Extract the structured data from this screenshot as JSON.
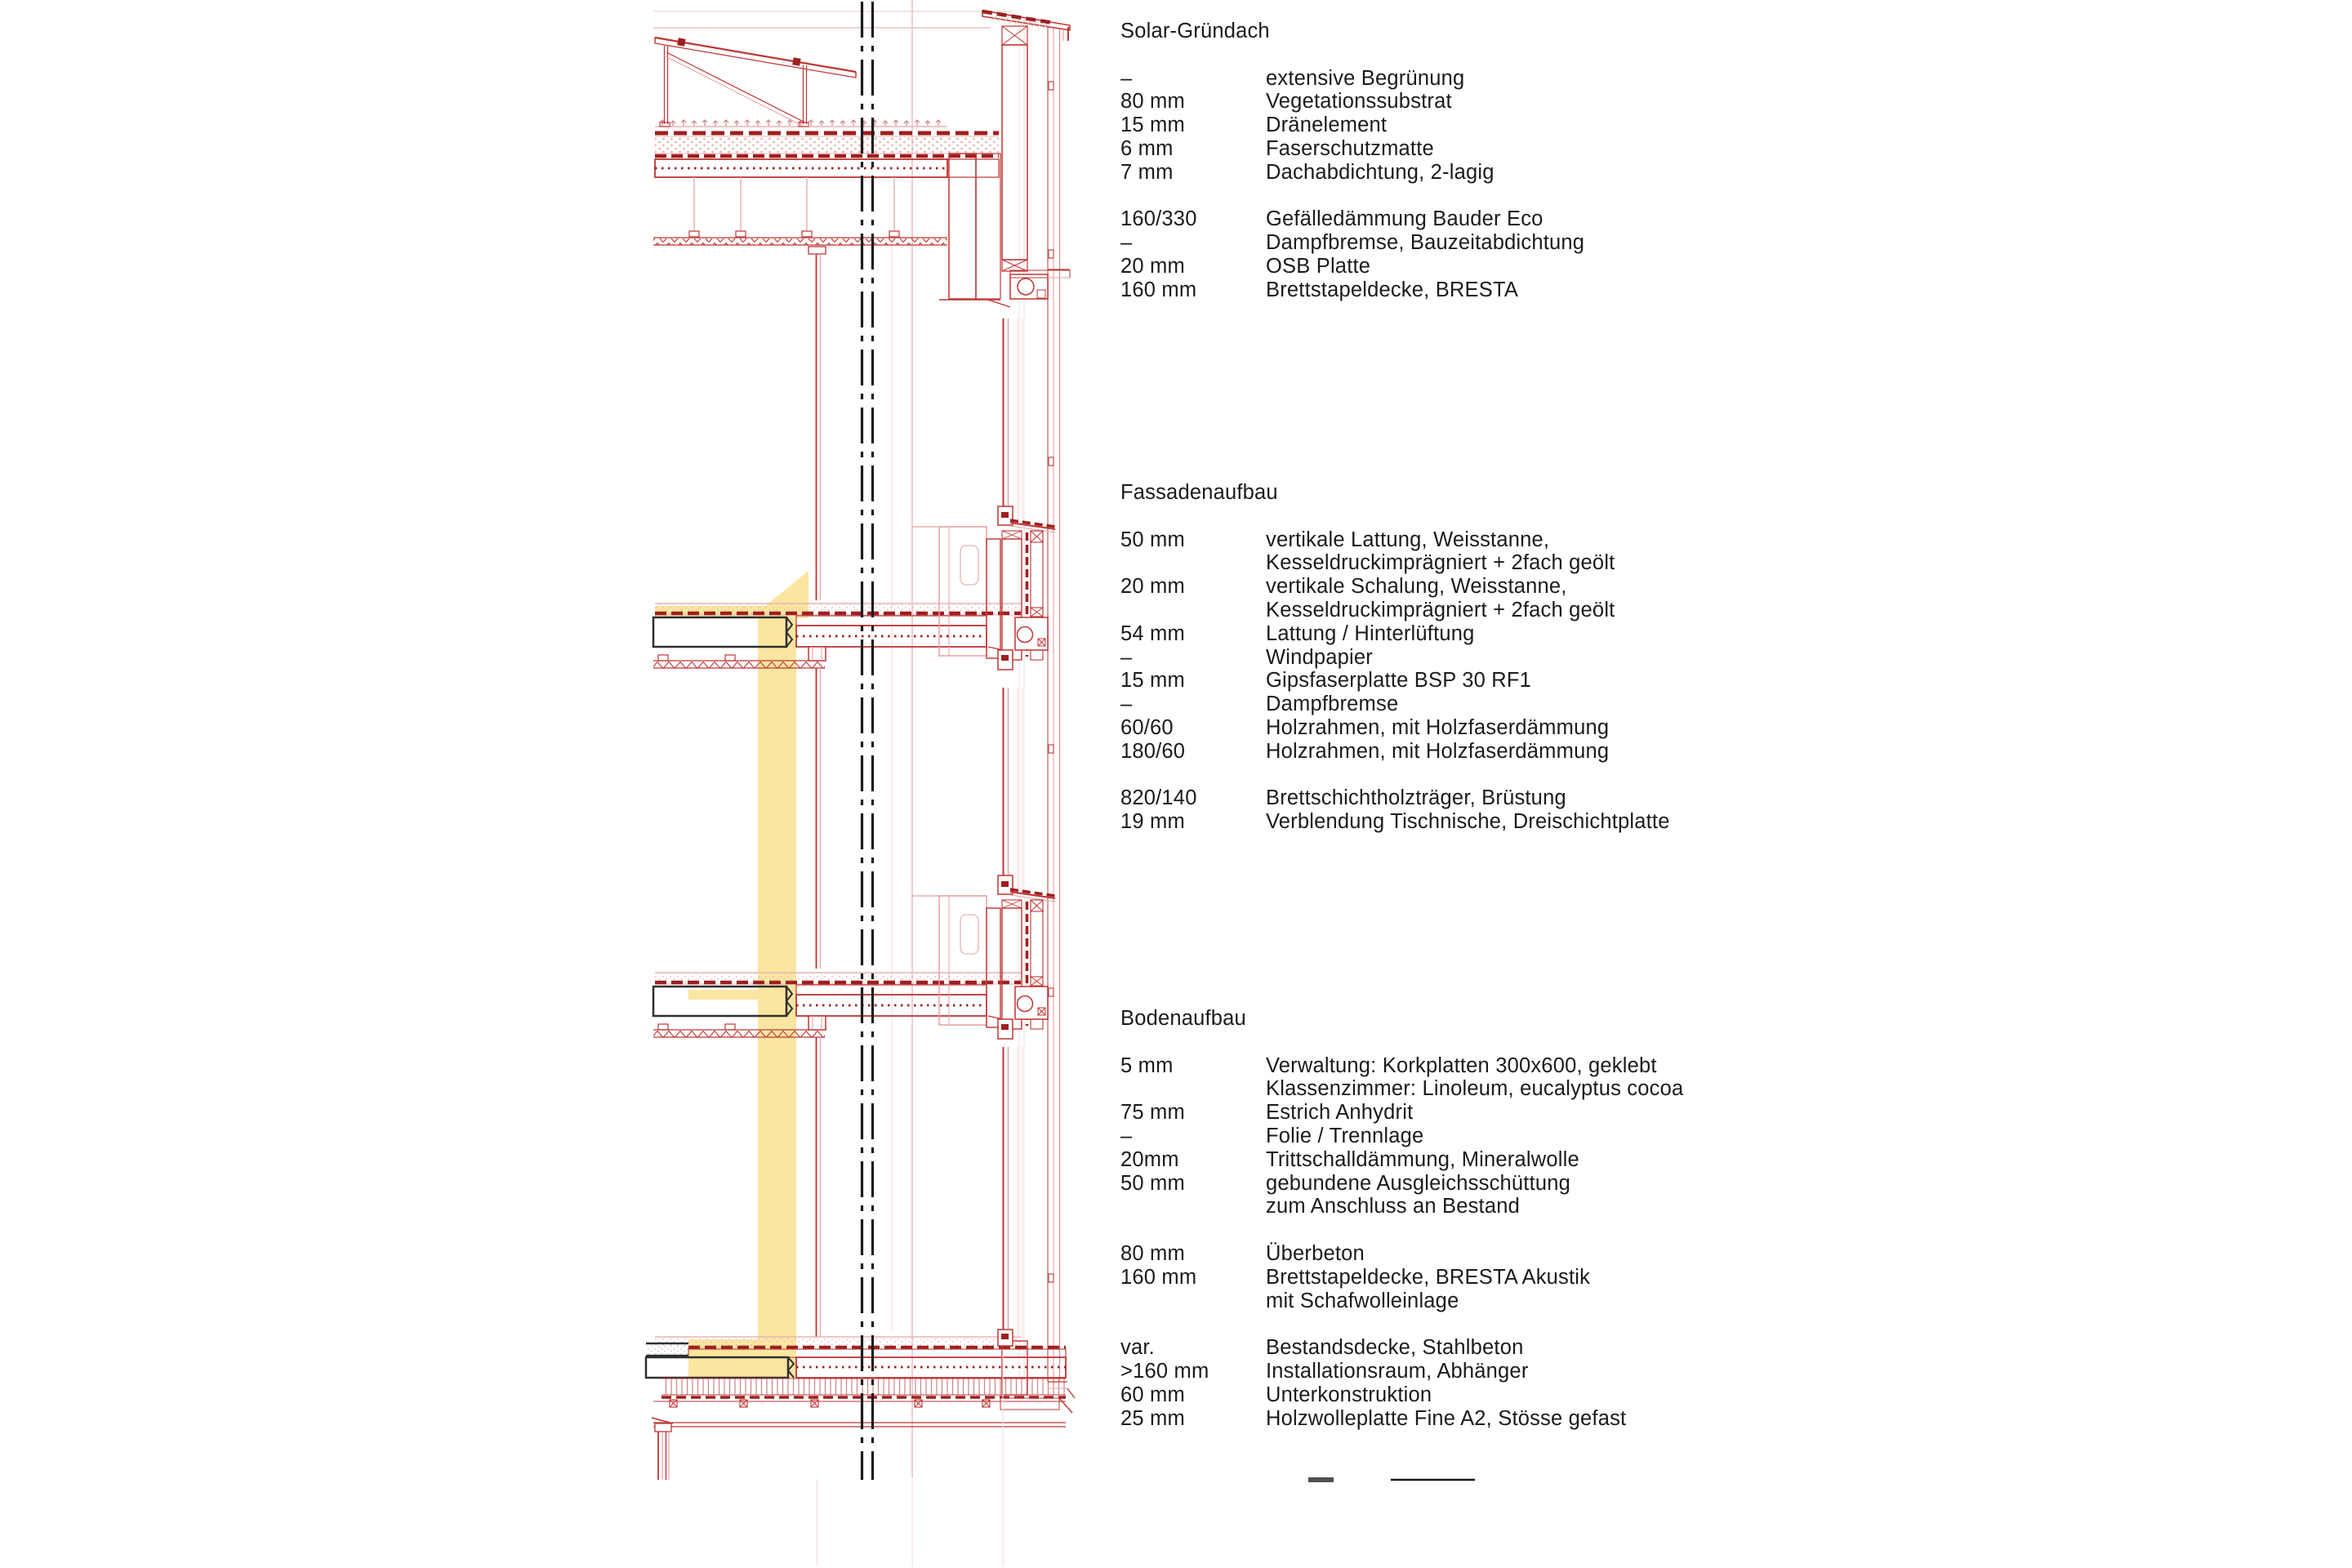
{
  "colors": {
    "background": "#FFFFFF",
    "text": "#1B1B1B",
    "line_red": "#C03434",
    "line_red_light": "#E2A2A2",
    "hatch_red": "#E9B4B4",
    "dark_red": "#9E1F1F",
    "black": "#1C1C1C",
    "gray_hatch": "#4A4A4A",
    "highlight_yellow": "#FAE6A0"
  },
  "sections": [
    {
      "title": "Solar-Gründach",
      "groups": [
        {
          "rows": [
            [
              "–",
              "extensive Begrünung"
            ],
            [
              "80 mm",
              "Vegetationssubstrat"
            ],
            [
              "15 mm",
              "Dränelement"
            ],
            [
              "6 mm",
              "Faserschutzmatte"
            ],
            [
              "7 mm",
              "Dachabdichtung, 2-lagig"
            ]
          ]
        },
        {
          "rows": [
            [
              "160/330",
              "Gefälledämmung Bauder Eco"
            ],
            [
              "–",
              "Dampfbremse, Bauzeitabdichtung"
            ],
            [
              "20 mm",
              "OSB Platte"
            ],
            [
              "160 mm",
              "Brettstapeldecke, BRESTA"
            ]
          ]
        }
      ]
    },
    {
      "title": "Fassadenaufbau",
      "groups": [
        {
          "rows": [
            [
              "50 mm",
              "vertikale Lattung, Weisstanne,"
            ],
            [
              "",
              "Kesseldruckimprägniert + 2fach geölt"
            ],
            [
              "20 mm",
              "vertikale Schalung, Weisstanne,"
            ],
            [
              "",
              "Kesseldruckimprägniert + 2fach geölt"
            ],
            [
              "54 mm",
              "Lattung / Hinterlüftung"
            ],
            [
              "–",
              "Windpapier"
            ],
            [
              "15 mm",
              "Gipsfaserplatte BSP 30 RF1"
            ],
            [
              "–",
              "Dampfbremse"
            ],
            [
              "60/60",
              "Holzrahmen, mit Holzfaserdämmung"
            ],
            [
              "180/60",
              "Holzrahmen, mit Holzfaserdämmung"
            ]
          ]
        },
        {
          "rows": [
            [
              "820/140",
              "Brettschichtholzträger, Brüstung"
            ],
            [
              "19 mm",
              "Verblendung Tischnische, Dreischichtplatte"
            ]
          ]
        }
      ]
    },
    {
      "title": "Bodenaufbau",
      "groups": [
        {
          "rows": [
            [
              "5 mm",
              "Verwaltung: Korkplatten 300x600, geklebt"
            ],
            [
              "",
              "Klassenzimmer: Linoleum, eucalyptus cocoa"
            ],
            [
              "75 mm",
              "Estrich Anhydrit"
            ],
            [
              "–",
              "Folie / Trennlage"
            ],
            [
              "20mm",
              "Trittschalldämmung, Mineralwolle"
            ],
            [
              "50 mm",
              "gebundene Ausgleichsschüttung"
            ],
            [
              "",
              "zum Anschluss an Bestand"
            ]
          ]
        },
        {
          "rows": [
            [
              "80 mm",
              "Überbeton"
            ],
            [
              "160 mm",
              "Brettstapeldecke, BRESTA Akustik"
            ],
            [
              "",
              "mit Schafwolleinlage"
            ]
          ]
        },
        {
          "rows": [
            [
              "var.",
              "Bestandsdecke, Stahlbeton"
            ],
            [
              ">160 mm",
              "Installationsraum, Abhänger"
            ],
            [
              "60 mm",
              "Unterkonstruktion"
            ],
            [
              "25 mm",
              "Holzwolleplatte Fine A2, Stösse gefast"
            ]
          ]
        }
      ]
    }
  ]
}
